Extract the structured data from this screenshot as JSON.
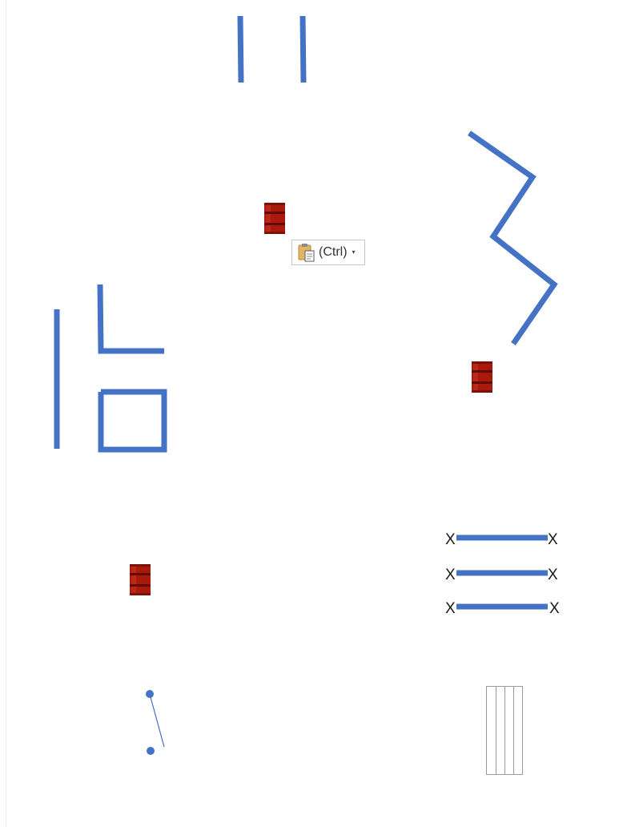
{
  "accent_color": "#4472c4",
  "barrel_color": "#b01c0e",
  "icons": {
    "barrel": "oil-barrel-icon",
    "paste": "clipboard-paste-icon",
    "cross_mark": "x-cross-icon"
  },
  "paste_options": {
    "label": "(Ctrl)",
    "caret": "▾"
  },
  "cross_labels": {
    "left": "X",
    "right": "X"
  }
}
